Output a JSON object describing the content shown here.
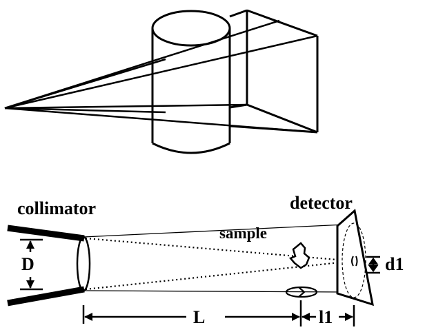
{
  "labels": {
    "collimator": "collimator",
    "detector": "detector",
    "sample": "sample",
    "D": "D",
    "d1": "d1",
    "L": "L",
    "l1": "l1"
  }
}
